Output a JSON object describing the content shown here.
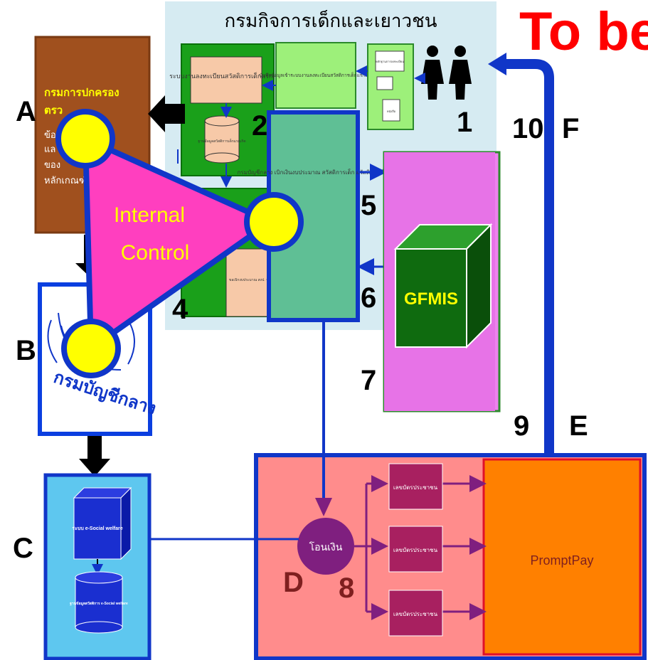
{
  "title": "To be",
  "agency_top": "กรมกิจการเด็กและเยาวชน",
  "brown_box": {
    "line1": "กรมการปกครอง",
    "line2": "ตรว",
    "line3": "ข้อ",
    "line4": "แล",
    "line5": "ของ",
    "line6": "หลักเกณฑ์"
  },
  "flow_labels": {
    "a": "A",
    "b": "B",
    "c": "C",
    "d": "D",
    "e": "E",
    "f": "F",
    "n1": "1",
    "n2": "2",
    "n4": "4",
    "n5": "5",
    "n6": "6",
    "n7": "7",
    "n8": "8",
    "n9": "9",
    "n10": "10"
  },
  "step_boxes": {
    "record_data": "บันทึกข้อมูลเข้าระบบงานลงทะเบียนสวัสดิการเด็กแรกเกิด",
    "registration_system": "ระบบงานลงทะเบียนสวัสดิการเด็กแรกเกิด",
    "database": "ฐานข้อมูลสวัสดิการเด็กแรกเกิด",
    "budget_request": "ขอเบิกงบประมาณ สงป. จัดสรรเงินงบประมาณให้ไปดำเนินการ",
    "documents": "หลักฐานการลงทะเบียน",
    "doc_small": "หนังสือ",
    "comptroller_box": "กรมบัญชีกลาง เบิกเงินงบประมาณ สวัสดิการเด็ก สวัสดิการเด็ก"
  },
  "triangle_label_line1": "Internal",
  "triangle_label_line2": "Control",
  "gfmis_label": "GFMIS",
  "seal_text": "กรมบัญชีกลาง",
  "social_system_label": "ระบบ e-Social welfare",
  "social_db_label": "ฐานข้อมูลสวัสดิการ e-Social welfare",
  "transfer_label": "โอนเงิน",
  "citizen_id_labels": [
    "เลขบัตรประชาชน",
    "เลขบัตรประชาชน",
    "เลขบัตรประชาชน"
  ],
  "promptpay_label": "PromptPay",
  "colors": {
    "title_red": "#ff0000",
    "arrow_blue": "#1036c8",
    "triangle_pink": "#ff3fbf",
    "circle_yellow": "#ffff00",
    "gfmis_green": "#0f6b0f",
    "promptpay_orange": "#ff8000",
    "transfer_purple": "#7f1f7f"
  }
}
